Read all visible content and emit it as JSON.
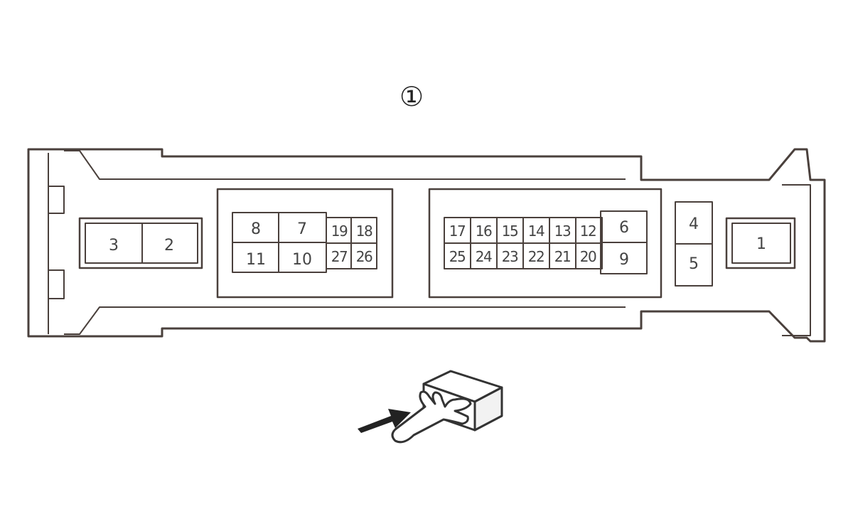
{
  "callout": "①",
  "connector": {
    "terminals": {
      "t1": "1",
      "t2": "2",
      "t3": "3",
      "t4": "4",
      "t5": "5",
      "t6": "6",
      "t7": "7",
      "t8": "8",
      "t9": "9",
      "t10": "10",
      "t11": "11",
      "t12": "12",
      "t13": "13",
      "t14": "14",
      "t15": "15",
      "t16": "16",
      "t17": "17",
      "t18": "18",
      "t19": "19",
      "t20": "20",
      "t21": "21",
      "t22": "22",
      "t23": "23",
      "t24": "24",
      "t25": "25",
      "t26": "26",
      "t27": "27"
    }
  },
  "icons": {
    "view": "hand-pointing-connector-icon",
    "arrow": "arrow-right-icon"
  },
  "colors": {
    "line": "#4a403c",
    "text": "#444444"
  }
}
